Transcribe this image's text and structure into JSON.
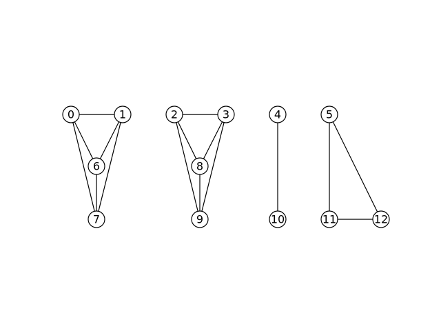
{
  "graph": {
    "nodes": [
      {
        "id": "0",
        "label": "0"
      },
      {
        "id": "1",
        "label": "1"
      },
      {
        "id": "2",
        "label": "2"
      },
      {
        "id": "3",
        "label": "3"
      },
      {
        "id": "4",
        "label": "4"
      },
      {
        "id": "5",
        "label": "5"
      },
      {
        "id": "6",
        "label": "6"
      },
      {
        "id": "7",
        "label": "7"
      },
      {
        "id": "8",
        "label": "8"
      },
      {
        "id": "9",
        "label": "9"
      },
      {
        "id": "10",
        "label": "10"
      },
      {
        "id": "11",
        "label": "11"
      },
      {
        "id": "12",
        "label": "12"
      }
    ],
    "edges": [
      [
        "0",
        "1"
      ],
      [
        "0",
        "6"
      ],
      [
        "0",
        "7"
      ],
      [
        "1",
        "6"
      ],
      [
        "1",
        "7"
      ],
      [
        "6",
        "7"
      ],
      [
        "2",
        "3"
      ],
      [
        "2",
        "8"
      ],
      [
        "2",
        "9"
      ],
      [
        "3",
        "8"
      ],
      [
        "3",
        "9"
      ],
      [
        "8",
        "9"
      ],
      [
        "4",
        "10"
      ],
      [
        "5",
        "11"
      ],
      [
        "5",
        "12"
      ],
      [
        "11",
        "12"
      ]
    ],
    "colors": {
      "stroke": "#000000",
      "node_fill": "#ffffff",
      "background": "#ffffff"
    }
  }
}
